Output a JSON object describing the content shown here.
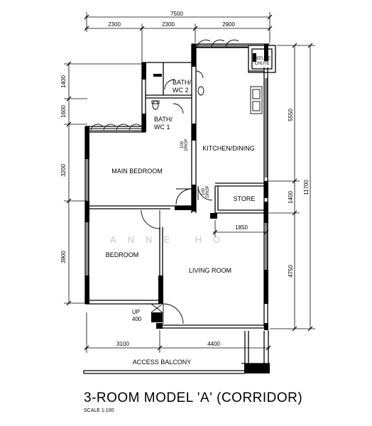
{
  "title": "3-ROOM MODEL 'A' (CORRIDOR)",
  "scale": "SCALE   1:100",
  "watermark": "ANNE HO",
  "dimensions": {
    "total_width": "7500",
    "top_1": "2300",
    "top_2": "2300",
    "top_3": "2900",
    "left_1": "1400",
    "left_2": "1600",
    "left_3": "3200",
    "left_4": "3900",
    "right_1": "5550",
    "right_2": "1400",
    "right_3": "4750",
    "overall_height": "11700",
    "bottom_1": "3100",
    "bottom_2": "4400",
    "store_width": "1850"
  },
  "rooms": {
    "refuse_chute_1": "REFUSE",
    "refuse_chute_2": "CHUTE",
    "bath_wc2_1": "BATH/",
    "bath_wc2_2": "WC 2",
    "bath_wc1_1": "BATH/",
    "bath_wc1_2": "WC 1",
    "kitchen": "KITCHEN/DINING",
    "main_bedroom": "MAIN BEDROOM",
    "store": "STORE",
    "bedroom": "BEDROOM",
    "living_room": "LIVING ROOM",
    "access_balcony": "ACCESS BALCONY"
  },
  "notes": {
    "drop_1a": "100",
    "drop_1b": "DROP",
    "drop_2a": "100",
    "drop_2b": "DROP",
    "up_1": "UP",
    "up_2": "400"
  }
}
